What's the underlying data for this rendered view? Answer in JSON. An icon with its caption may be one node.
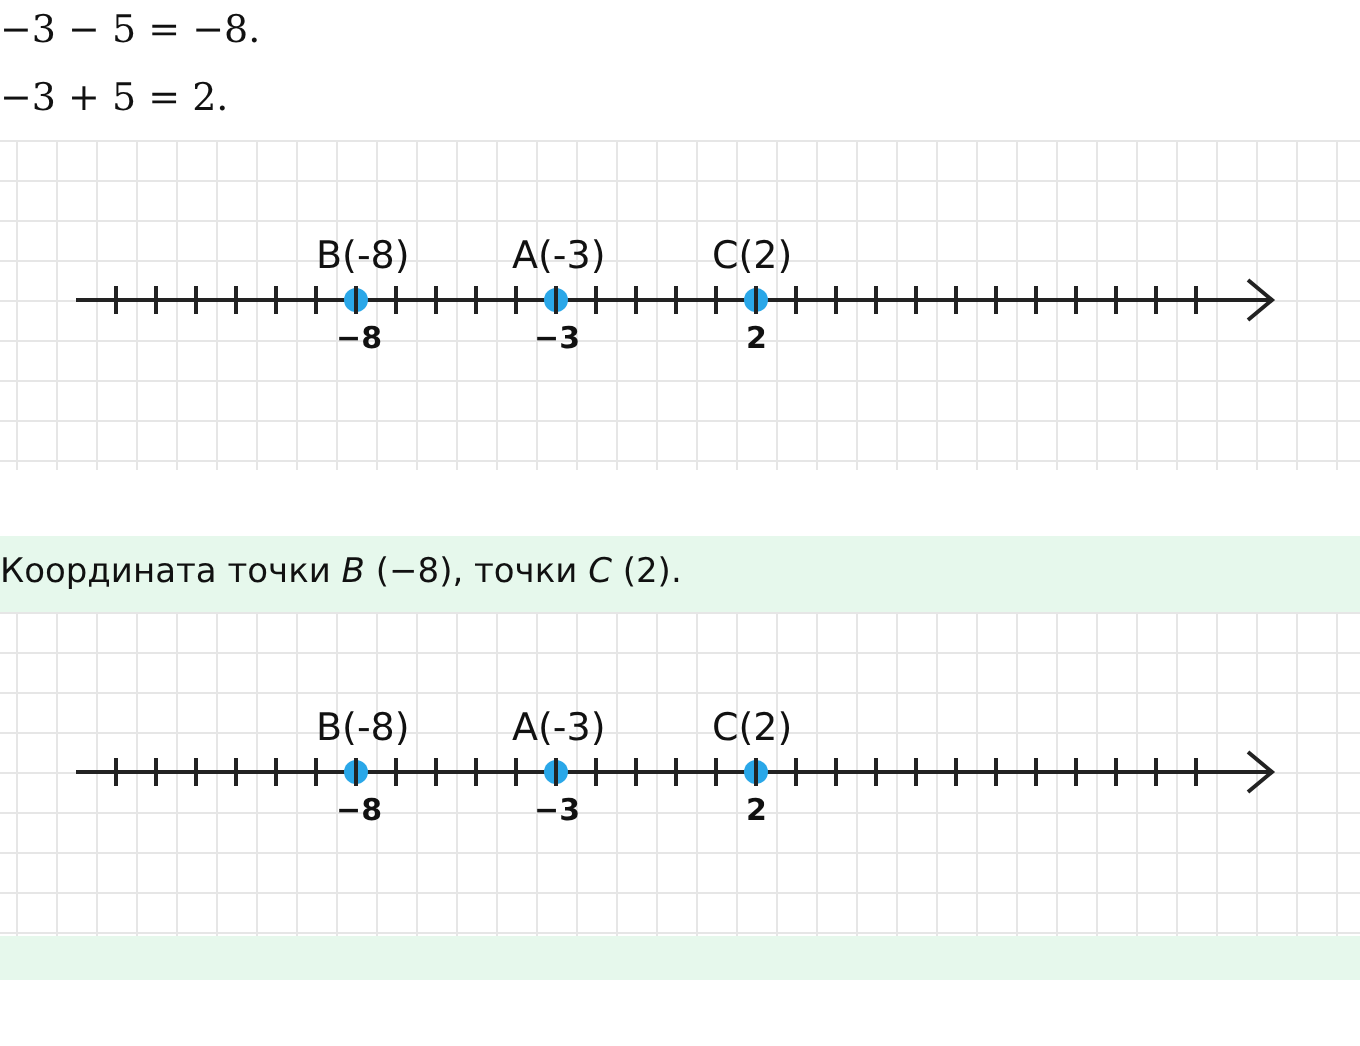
{
  "diagram": {
    "nodes": [
      {
        "text": [],
        "shape": "bar"
      }
    ],
    "labels": [
      "−3 − 5 = −8.",
      "−3 + 5 = 2.",
      "B(-8)",
      "A(-3)",
      "C(2)",
      "−8",
      "−3",
      "2",
      "Координата точки *B* (−8), точки *C* (2).",
      "B(-8)",
      "A(-3)",
      "C(2)",
      "−8",
      "−3",
      "2"
    ]
  }
}
